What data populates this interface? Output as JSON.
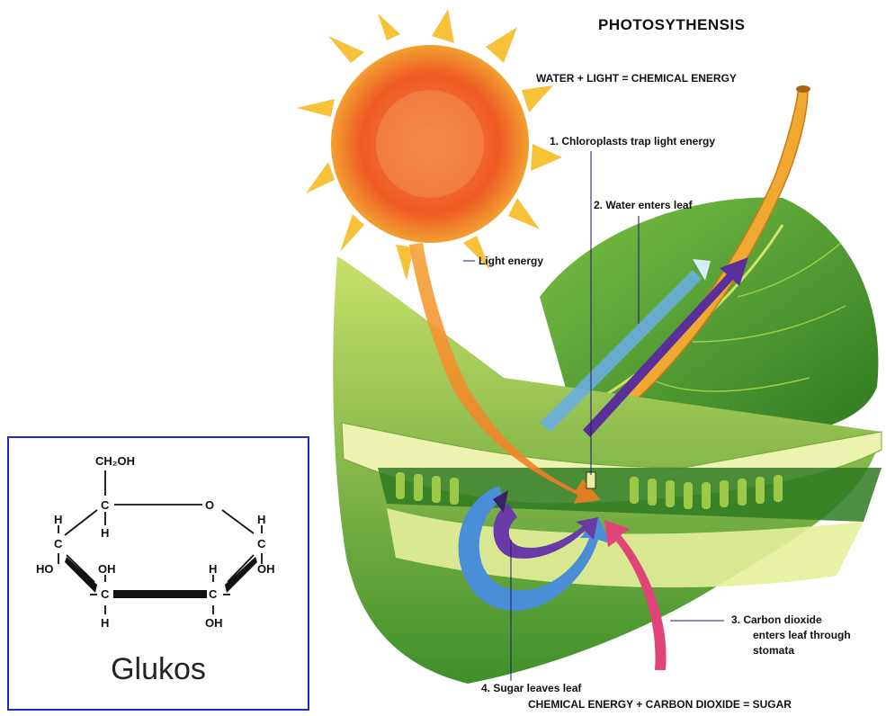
{
  "title": "PHOTOSYTHENSIS",
  "equation_top": "WATER + LIGHT = CHEMICAL ENERGY",
  "equation_bottom": "CHEMICAL ENERGY + CARBON DIOXIDE = SUGAR",
  "labels": {
    "light_energy": "Light energy",
    "chloroplasts": "1.  Chloroplasts trap light energy",
    "water": "2.  Water enters leaf",
    "co2_line1": "3.  Carbon dioxide",
    "co2_line2": "enters leaf through",
    "co2_line3": "stomata",
    "sugar": "4.  Sugar leaves leaf"
  },
  "glucose": {
    "name": "Glukos",
    "ch2oh": "CH₂OH",
    "o": "O",
    "c": "C",
    "h": "H",
    "oh": "OH",
    "ho": "HO"
  },
  "colors": {
    "sun": "#f0602a",
    "sun_rays": "#f7c23a",
    "leaf": "#4e9a2c",
    "leaf_light": "#b9d65a",
    "water_arrow": "#6aaee8",
    "co2_arrow": "#e0457a",
    "sugar_arrow": "#6a3aa8",
    "box_border": "#1a2ad6"
  }
}
